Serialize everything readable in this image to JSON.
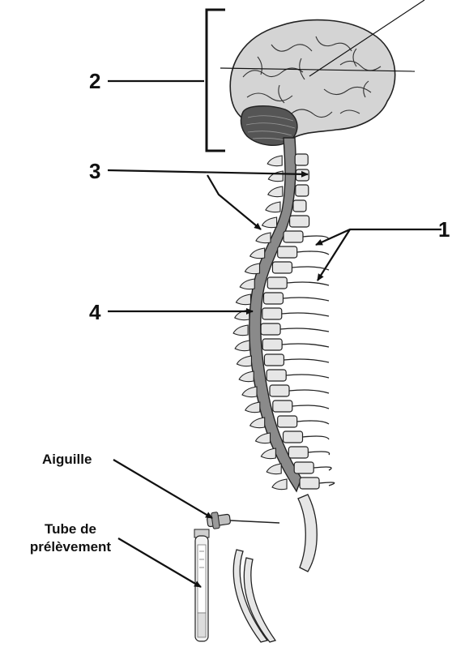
{
  "labels": {
    "one": "1",
    "two": "2",
    "three": "3",
    "four": "4",
    "needle": "Aiguille",
    "tube_line1": "Tube de",
    "tube_line2": "prélèvement"
  },
  "colors": {
    "ink": "#111111",
    "cord": "#8a8a8a",
    "bone": "#e6e6e6",
    "brain": "#cfcfcf",
    "cerebellum": "#555555"
  },
  "icons": [
    "brain-illustration",
    "cerebellum-illustration",
    "spinal-cord",
    "vertebra",
    "spinal-nerve",
    "needle-icon",
    "collection-tube-icon"
  ]
}
